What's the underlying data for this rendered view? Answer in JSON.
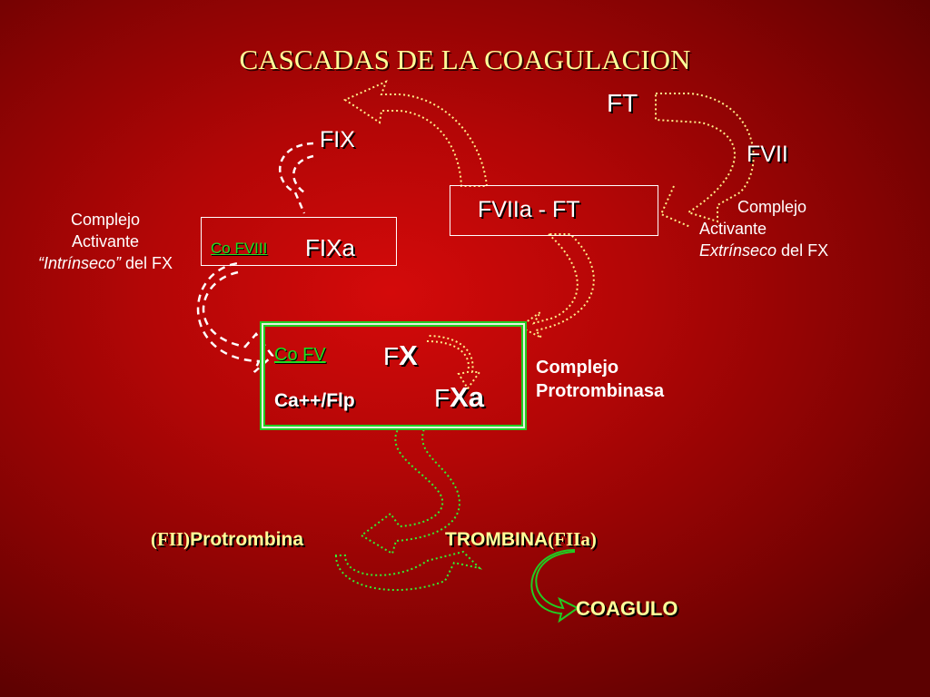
{
  "title": "CASCADAS DE LA COAGULACION",
  "factors": {
    "ft": "FT",
    "fvii": "FVII",
    "fix": "FIX",
    "fviia_ft": "FVIIa - FT",
    "co_fviii": "Co FVIII",
    "fixa": "FIXa",
    "co_fv": "Co FV",
    "fx_prefix": "F",
    "fx_letter": "X",
    "ca_flp": "Ca++/Flp",
    "fxa_prefix": "F",
    "fxa_letter": "Xa"
  },
  "labels": {
    "intrinsic_line1": "Complejo",
    "intrinsic_line2": "Activante",
    "intrinsic_line3_em": "“Intrínseco”",
    "intrinsic_line3_rest": " del FX",
    "extrinsic_line1": "Complejo",
    "extrinsic_line2": "Activante",
    "extrinsic_line3_em": "Extrínseco",
    "extrinsic_line3_rest": " del FX",
    "prothrombinase_line1": "Complejo",
    "prothrombinase_line2": "Protrombinasa"
  },
  "bottom": {
    "fii": "(FII)",
    "protrombina": "Protrombina",
    "trombina": "TROMBINA",
    "fiia": "(FIIa)",
    "coagulo": "COAGULO"
  },
  "colors": {
    "title": "#ffff99",
    "accent_green": "#22cc22",
    "dotted_yellow": "#ffee88"
  }
}
